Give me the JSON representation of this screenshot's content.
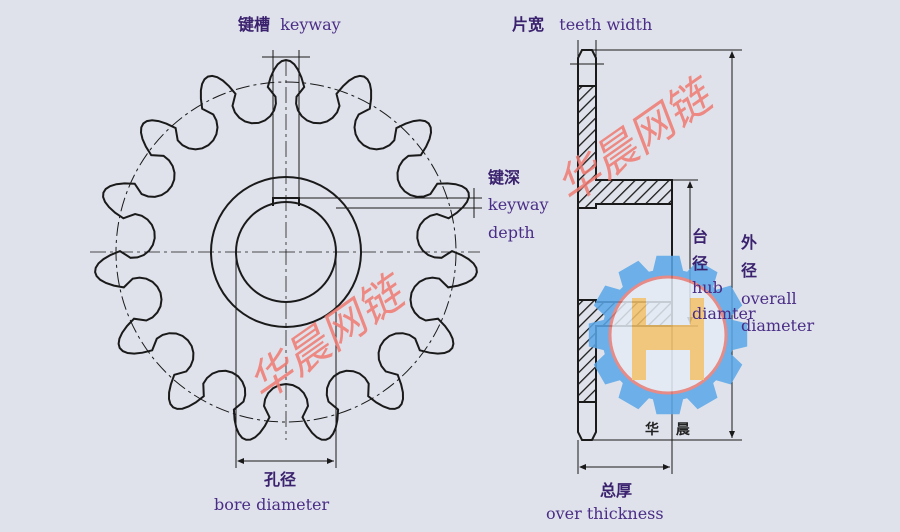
{
  "labels": {
    "keyway_cn": "键槽",
    "keyway_en": "keyway",
    "teeth_width_cn": "片宽",
    "teeth_width_en": "teeth width",
    "keyway_depth_cn": "键深",
    "keyway_depth_en1": "keyway",
    "keyway_depth_en2": "depth",
    "hub_cn1": "台",
    "hub_cn2": "径",
    "hub_en1": "hub",
    "hub_en2": "diamter",
    "overall_cn1": "外",
    "overall_cn2": "径",
    "overall_en1": "overall",
    "overall_en2": "diameter",
    "bore_cn": "孔径",
    "bore_en": "bore diameter",
    "over_cn": "总厚",
    "over_en": "over thickness"
  },
  "watermark": {
    "text": "华晨网链",
    "logo_text": "华 晨",
    "color": "#f07a70"
  },
  "colors": {
    "background": "#dfe2eb",
    "line": "#1a1a1a",
    "label": "#4a2d86",
    "logo_gear": "#5aa7e8",
    "logo_mark": "#f4c36a"
  }
}
